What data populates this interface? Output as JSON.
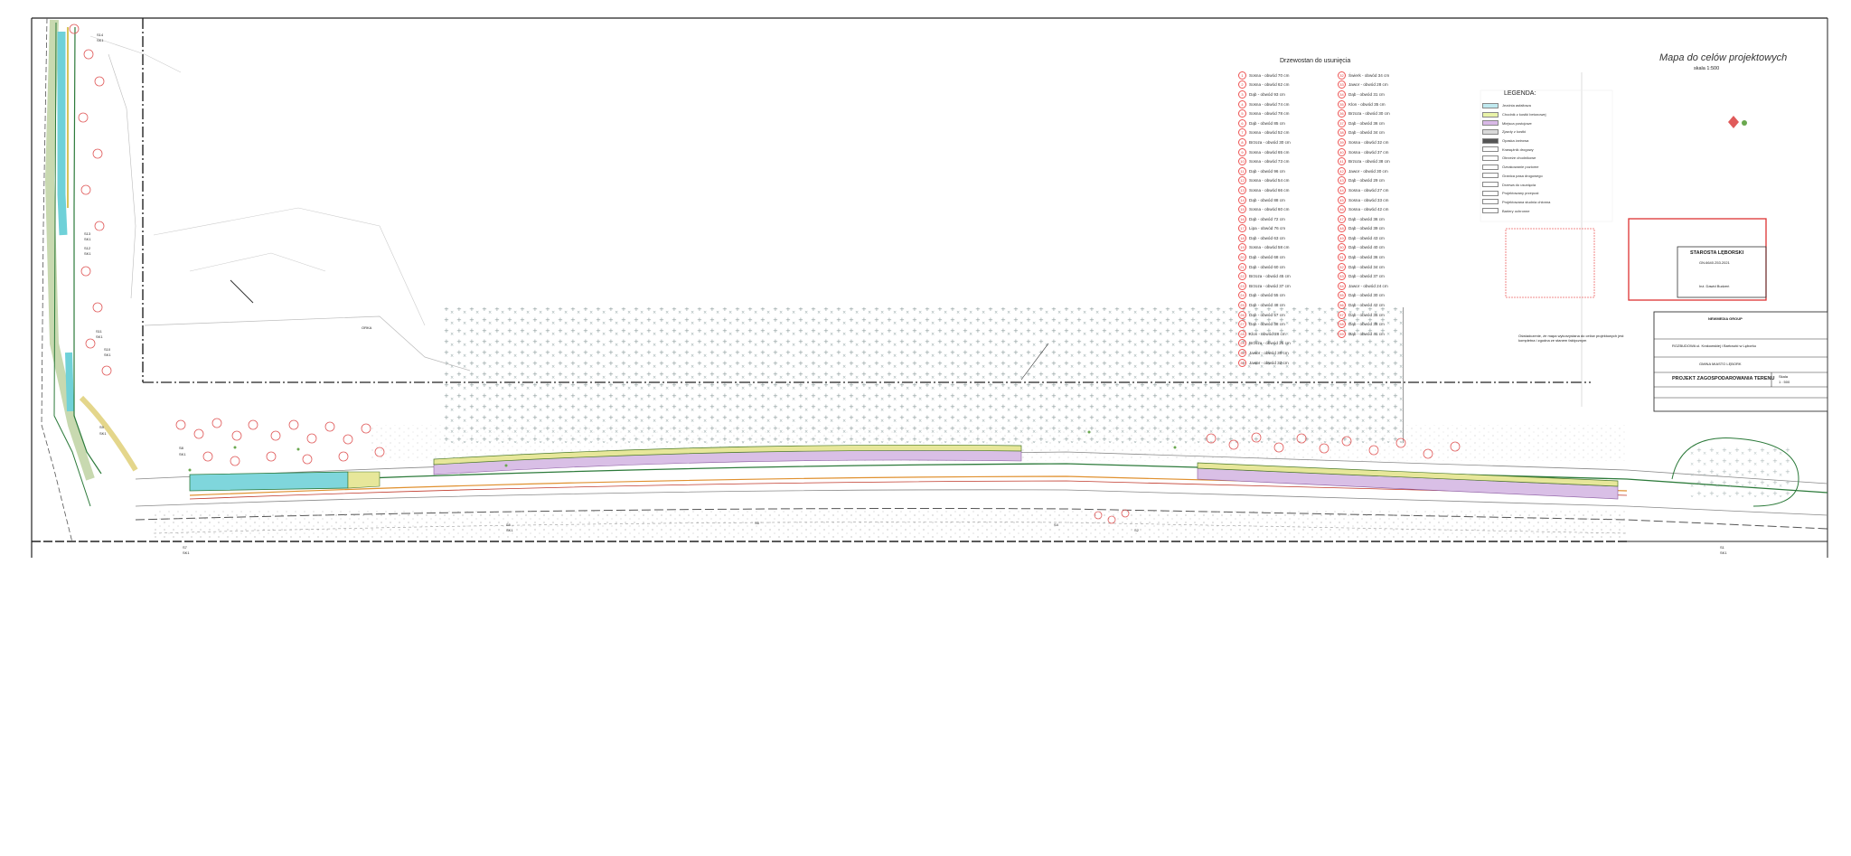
{
  "sheet": {
    "map_title": "Mapa do celów projektowych",
    "map_scale": "skala 1:500",
    "trees_title": "Drzewostan do usunięcia",
    "legend_title": "LEGENDA:"
  },
  "labels": {
    "s14": "S14",
    "sk1_top": "SK1",
    "s13": "S13",
    "sk1_a": "SK1",
    "s12": "S12",
    "sk1_b": "SK1",
    "s11": "S11",
    "sk1_c": "SK1",
    "s10": "S10",
    "sk1_d": "SK1",
    "s9": "S9",
    "sk1_e": "SK1",
    "s8": "S8",
    "sk1_f": "SK1",
    "s7": "S7",
    "sk1_g": "SK1",
    "s6": "S6",
    "sk1_h": "SK1",
    "s5": "S5",
    "s4": "S4",
    "s2": "S2",
    "s1": "S1",
    "sk1_i": "SK1",
    "orka": "ORKA",
    "konserwacja": "Oświadczenie, że mapa wykorzystana do celów projektowych jest kompletna i zgodna ze stanem faktycznym"
  },
  "stamp": {
    "line1": "STAROSTA LĘBORSKI",
    "line2": "Inż. Dawid Budzeń",
    "code": "GN.6640.253.2021"
  },
  "title_block": {
    "company": "NEWMEDIA GROUP",
    "project": "PROJEKT ZAGOSPODAROWANIA TERENU",
    "scale_label": "Skala",
    "scale_value": "1 : 500",
    "road": "ROZBUDOWA ul. Krakowskiej i Bartoszki w Lęborku",
    "investor": "GMINA MIASTO LĘBORK"
  },
  "legend_items": [
    {
      "color": "#bfe9ef",
      "label": "Jezdnia asfaltowa"
    },
    {
      "color": "#e9f3a8",
      "label": "Chodnik z kostki betonowej"
    },
    {
      "color": "#d8b8e6",
      "label": "Miejsca postojowe"
    },
    {
      "color": "#d9d9d9",
      "label": "Zjazdy z kostki"
    },
    {
      "color": "#555555",
      "label": "Opaska żwirowa"
    },
    {
      "color": "#ffffff",
      "label": "Krawężnik drogowy"
    },
    {
      "color": "#ffffff",
      "label": "Obrzeże chodnikowe"
    },
    {
      "color": "#ffffff",
      "label": "Oznakowanie poziome"
    },
    {
      "color": "#ffffff",
      "label": "Granica pasa drogowego"
    },
    {
      "color": "#ffffff",
      "label": "Drzewa do usunięcia"
    },
    {
      "color": "#ffffff",
      "label": "Projektowany przepust"
    },
    {
      "color": "#ffffff",
      "label": "Projektowana studnia chłonna"
    },
    {
      "color": "#ffffff",
      "label": "Bariery ochronne"
    }
  ],
  "trees_left": [
    {
      "n": "1",
      "t": "Sosna - obwód 70 cm"
    },
    {
      "n": "2",
      "t": "Sosna - obwód 62 cm"
    },
    {
      "n": "3",
      "t": "Dąb - obwód 93 cm"
    },
    {
      "n": "4",
      "t": "Sosna - obwód 74 cm"
    },
    {
      "n": "5",
      "t": "Sosna - obwód 78 cm"
    },
    {
      "n": "6",
      "t": "Dąb - obwód 85 cm"
    },
    {
      "n": "7",
      "t": "Sosna - obwód 52 cm"
    },
    {
      "n": "8",
      "t": "Brzoza - obwód 30 cm"
    },
    {
      "n": "9",
      "t": "Sosna - obwód 65 cm"
    },
    {
      "n": "10",
      "t": "Sosna - obwód 73 cm"
    },
    {
      "n": "11",
      "t": "Dąb - obwód 96 cm"
    },
    {
      "n": "12",
      "t": "Sosna - obwód 54 cm"
    },
    {
      "n": "13",
      "t": "Sosna - obwód 66 cm"
    },
    {
      "n": "14",
      "t": "Dąb - obwód 88 cm"
    },
    {
      "n": "15",
      "t": "Sosna - obwód 60 cm"
    },
    {
      "n": "16",
      "t": "Dąb - obwód 72 cm"
    },
    {
      "n": "17",
      "t": "Lipa - obwód 76 cm"
    },
    {
      "n": "18",
      "t": "Dąb - obwód 63 cm"
    },
    {
      "n": "19",
      "t": "Sosna - obwód 58 cm"
    },
    {
      "n": "20",
      "t": "Dąb - obwód 68 cm"
    },
    {
      "n": "21",
      "t": "Dąb - obwód 60 cm"
    },
    {
      "n": "22",
      "t": "Brzoza - obwód 45 cm"
    },
    {
      "n": "23",
      "t": "Brzoza - obwód 37 cm"
    },
    {
      "n": "24",
      "t": "Dąb - obwód 55 cm"
    },
    {
      "n": "25",
      "t": "Dąb - obwód 48 cm"
    },
    {
      "n": "26",
      "t": "Dąb - obwód 57 cm"
    },
    {
      "n": "27",
      "t": "Dąb - obwód 38 cm"
    },
    {
      "n": "28",
      "t": "Klon - obwód 28 cm"
    },
    {
      "n": "29",
      "t": "Brzoza - obwód 25 cm"
    },
    {
      "n": "30",
      "t": "Jawor - obwód 30 cm"
    },
    {
      "n": "31",
      "t": "Jawor - obwód 32 cm"
    }
  ],
  "trees_right": [
    {
      "n": "32",
      "t": "Świerk - obwód 34 cm"
    },
    {
      "n": "33",
      "t": "Jawor - obwód 28 cm"
    },
    {
      "n": "34",
      "t": "Dąb - obwód 31 cm"
    },
    {
      "n": "35",
      "t": "Klon - obwód 35 cm"
    },
    {
      "n": "36",
      "t": "Brzoza - obwód 30 cm"
    },
    {
      "n": "37",
      "t": "Dąb - obwód 36 cm"
    },
    {
      "n": "38",
      "t": "Dąb - obwód 34 cm"
    },
    {
      "n": "39",
      "t": "Sosna - obwód 32 cm"
    },
    {
      "n": "40",
      "t": "Sosna - obwód 37 cm"
    },
    {
      "n": "41",
      "t": "Brzoza - obwód 38 cm"
    },
    {
      "n": "42",
      "t": "Jawor - obwód 30 cm"
    },
    {
      "n": "43",
      "t": "Dąb - obwód 29 cm"
    },
    {
      "n": "44",
      "t": "Sosna - obwód 27 cm"
    },
    {
      "n": "45",
      "t": "Sosna - obwód 33 cm"
    },
    {
      "n": "46",
      "t": "Sosna - obwód 42 cm"
    },
    {
      "n": "47",
      "t": "Dąb - obwód 36 cm"
    },
    {
      "n": "48",
      "t": "Dąb - obwód 39 cm"
    },
    {
      "n": "49",
      "t": "Dąb - obwód 43 cm"
    },
    {
      "n": "50",
      "t": "Dąb - obwód 40 cm"
    },
    {
      "n": "51",
      "t": "Dąb - obwód 36 cm"
    },
    {
      "n": "52",
      "t": "Dąb - obwód 34 cm"
    },
    {
      "n": "53",
      "t": "Dąb - obwód 37 cm"
    },
    {
      "n": "54",
      "t": "Jawor - obwód 24 cm"
    },
    {
      "n": "55",
      "t": "Dąb - obwód 30 cm"
    },
    {
      "n": "56",
      "t": "Dąb - obwód 42 cm"
    },
    {
      "n": "57",
      "t": "Dąb - obwód 35 cm"
    },
    {
      "n": "58",
      "t": "Dąb - obwód 38 cm"
    },
    {
      "n": "59",
      "t": "Dąb - obwód 41 cm"
    }
  ]
}
